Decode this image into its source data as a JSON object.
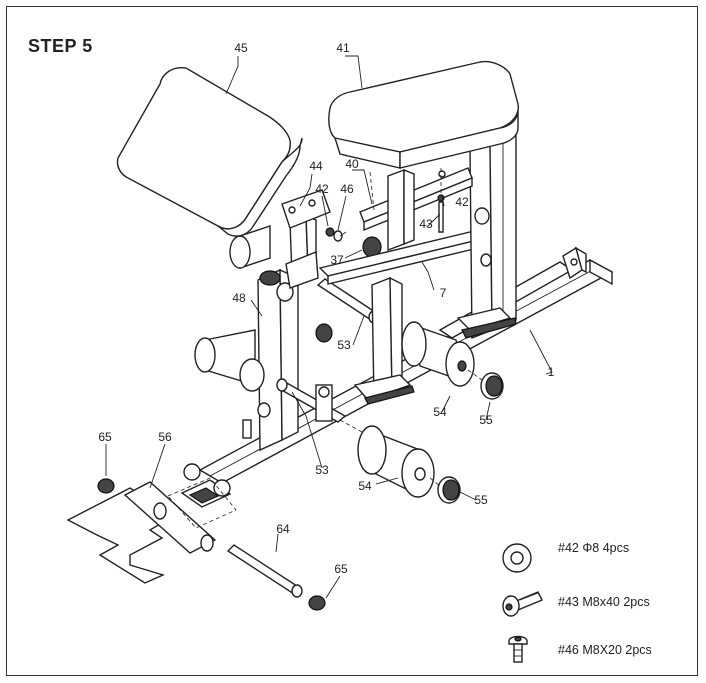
{
  "step": {
    "title": "STEP 5"
  },
  "callouts": {
    "c45": "45",
    "c41": "41",
    "c44": "44",
    "c40": "40",
    "c42a": "42",
    "c46": "46",
    "c42b": "42",
    "c43": "43",
    "c37": "37",
    "c7": "7",
    "c48": "48",
    "c53a": "53",
    "c53b": "53",
    "c1": "1",
    "c54a": "54",
    "c55a": "55",
    "c54b": "54",
    "c55b": "55",
    "c65a": "65",
    "c56": "56",
    "c64": "64",
    "c65b": "65"
  },
  "hardware": [
    {
      "label": "#42 Φ8 4pcs",
      "icon": "washer-icon"
    },
    {
      "label": "#43 M8x40 2pcs",
      "icon": "long-bolt-icon"
    },
    {
      "label": "#46 M8X20 2pcs",
      "icon": "short-bolt-icon"
    }
  ]
}
